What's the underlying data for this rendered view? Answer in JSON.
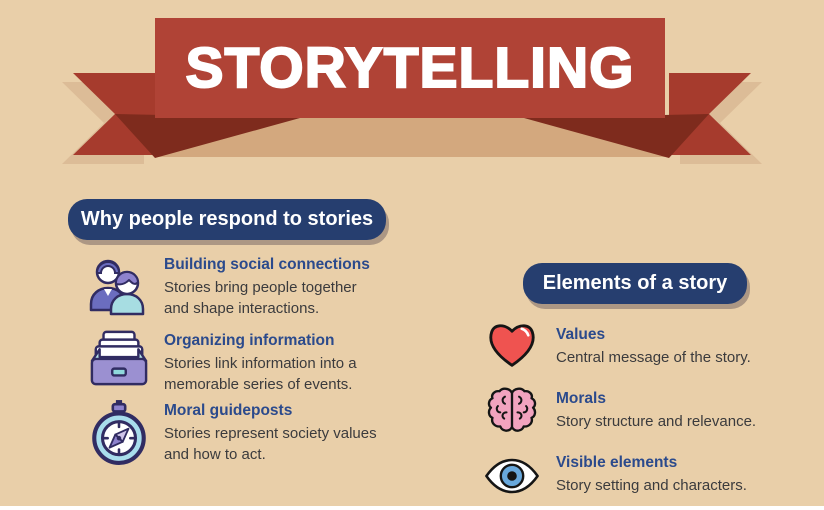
{
  "banner": {
    "title": "STORYTELLING"
  },
  "sections": [
    {
      "heading": "Why people respond to stories",
      "items": [
        {
          "icon": "people-icon",
          "title": "Building social connections",
          "body": "Stories bring people together and shape interactions."
        },
        {
          "icon": "tray-icon",
          "title": "Organizing information",
          "body": "Stories link information into a memorable series of events."
        },
        {
          "icon": "compass-icon",
          "title": "Moral guideposts",
          "body": "Stories represent society values and how to act."
        }
      ]
    },
    {
      "heading": "Elements of a story",
      "items": [
        {
          "icon": "heart-icon",
          "title": "Values",
          "body": "Central message of the story."
        },
        {
          "icon": "brain-icon",
          "title": "Morals",
          "body": "Story structure and relevance."
        },
        {
          "icon": "eye-icon",
          "title": "Visible elements",
          "body": "Story setting and characters."
        }
      ]
    }
  ],
  "colors": {
    "background": "#e9cfa9",
    "ribbon_main": "#b04336",
    "ribbon_tail": "#a63b2d",
    "ribbon_fold": "#7e2b1d",
    "ribbon_shadow": "#dcbc97",
    "banner_shadow_band": "#d3a87e",
    "heading_pill": "#263e6f",
    "item_title_text": "#2b4a8c",
    "item_body_text": "#3b3b3d",
    "banner_text": "#ffffff",
    "heart_red": "#ef5350",
    "brain_pink": "#f2a3bf",
    "eye_iris_blue": "#68a8dc",
    "icon_outline_navy": "#312c62",
    "icon_purple": "#9b90d1",
    "icon_teal": "#a7dde2"
  }
}
